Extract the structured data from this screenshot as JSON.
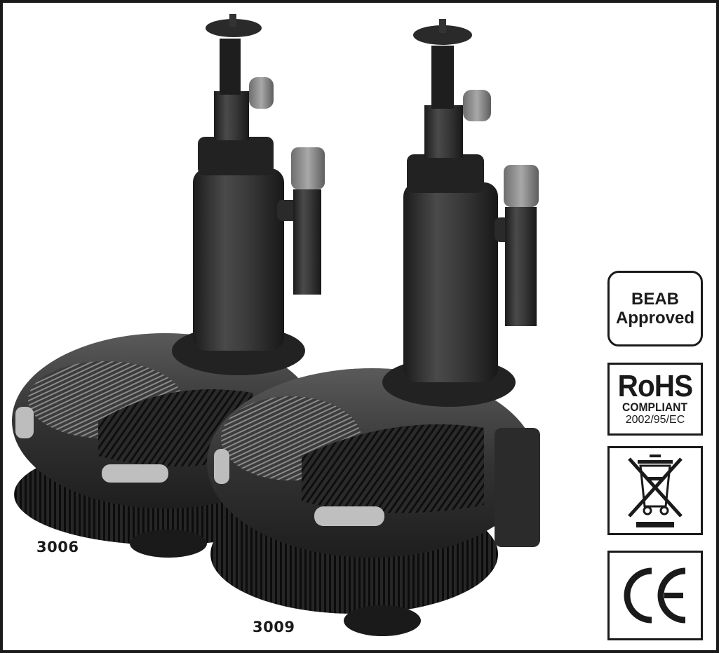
{
  "products": [
    {
      "model": "3006"
    },
    {
      "model": "3009"
    }
  ],
  "badges": {
    "beab": {
      "line1": "BEAB",
      "line2": "Approved"
    },
    "rohs": {
      "line1": "RoHS",
      "line2": "COMPLIANT",
      "line3": "2002/95/EC"
    },
    "weee": {
      "icon": "crossed-out-wheelie-bin-icon"
    },
    "ce": {
      "icon": "ce-mark-icon"
    }
  },
  "colors": {
    "pump_body": "#2e2e2e",
    "pump_highlight": "#6a6a6a",
    "grey_cap": "#8c8c8c",
    "border": "#1a1a1a",
    "background": "#ffffff"
  }
}
